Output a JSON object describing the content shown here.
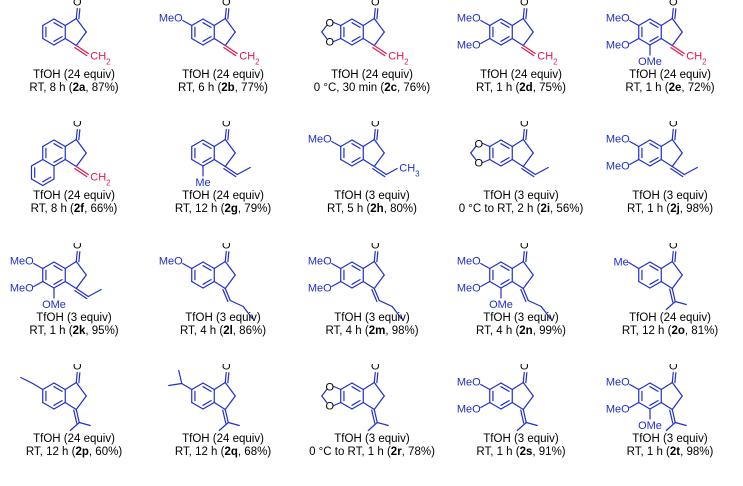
{
  "colors": {
    "skeleton": "#1f2fcf",
    "exo_bond": "#e8154d",
    "oxygen": "#000000",
    "text": "#000000"
  },
  "compounds": [
    {
      "id": "2a",
      "ring": "plain",
      "subs": [],
      "exo": "ch2",
      "reagent": "TfOH (24 equiv)",
      "cond_pre": "RT, 8 h (",
      "yield_post": ", 87%)"
    },
    {
      "id": "2b",
      "ring": "plain",
      "subs": [
        "MeO@5"
      ],
      "exo": "ch2",
      "reagent": "TfOH (24 equiv)",
      "cond_pre": "RT, 6 h (",
      "yield_post": ", 77%)"
    },
    {
      "id": "2c",
      "ring": "dioxole",
      "subs": [],
      "exo": "ch2",
      "reagent": "TfOH (24 equiv)",
      "cond_pre": "0 °C, 30 min (",
      "yield_post": ", 76%)"
    },
    {
      "id": "2d",
      "ring": "plain",
      "subs": [
        "MeO@5",
        "MeO@6"
      ],
      "exo": "ch2",
      "reagent": "TfOH (24 equiv)",
      "cond_pre": "RT, 1 h (",
      "yield_post": ", 75%)"
    },
    {
      "id": "2e",
      "ring": "plain",
      "subs": [
        "MeO@5",
        "MeO@6",
        "OMe@7"
      ],
      "exo": "ch2",
      "reagent": "TfOH (24 equiv)",
      "cond_pre": "RT, 1 h (",
      "yield_post": ", 72%)"
    },
    {
      "id": "2f",
      "ring": "naphtho",
      "subs": [],
      "exo": "ch2",
      "reagent": "TfOH (24 equiv)",
      "cond_pre": "RT, 8 h (",
      "yield_post": ", 66%)"
    },
    {
      "id": "2g",
      "ring": "plain",
      "subs": [
        "Me@7"
      ],
      "exo": "ethylidene",
      "reagent": "TfOH (24 equiv)",
      "cond_pre": "RT, 12 h (",
      "yield_post": ", 79%)"
    },
    {
      "id": "2h",
      "ring": "plain",
      "subs": [
        "MeO@5"
      ],
      "exo": "ethylidene_ch3",
      "reagent": "TfOH (3 equiv)",
      "cond_pre": "RT, 5 h (",
      "yield_post": ", 80%)"
    },
    {
      "id": "2i",
      "ring": "dioxole",
      "subs": [],
      "exo": "ethylidene",
      "reagent": "TfOH (3 equiv)",
      "cond_pre": "0 °C to RT, 2 h (",
      "yield_post": ", 56%)"
    },
    {
      "id": "2j",
      "ring": "plain",
      "subs": [
        "MeO@5",
        "MeO@6"
      ],
      "exo": "ethylidene",
      "reagent": "TfOH (3 equiv)",
      "cond_pre": "RT, 1 h (",
      "yield_post": ", 98%)"
    },
    {
      "id": "2k",
      "ring": "plain",
      "subs": [
        "MeO@5",
        "MeO@6",
        "OMe@7"
      ],
      "exo": "ethylidene",
      "reagent": "TfOH (3 equiv)",
      "cond_pre": "RT, 1 h (",
      "yield_post": ", 95%)"
    },
    {
      "id": "2l",
      "ring": "plain",
      "subs": [
        "MeO@5"
      ],
      "exo": "propylidene",
      "reagent": "TfOH (3 equiv)",
      "cond_pre": "RT, 4 h (",
      "yield_post": ", 86%)"
    },
    {
      "id": "2m",
      "ring": "plain",
      "subs": [
        "MeO@5",
        "MeO@6"
      ],
      "exo": "propylidene",
      "reagent": "TfOH (3 equiv)",
      "cond_pre": "RT, 4 h (",
      "yield_post": ", 98%)"
    },
    {
      "id": "2n",
      "ring": "plain",
      "subs": [
        "MeO@5",
        "MeO@6",
        "OMe@7"
      ],
      "exo": "propylidene",
      "reagent": "TfOH (3 equiv)",
      "cond_pre": "RT, 4 h (",
      "yield_post": ", 99%)"
    },
    {
      "id": "2o",
      "ring": "plain",
      "subs": [
        "Me@5"
      ],
      "exo": "isopropylidene",
      "reagent": "TfOH (24 equiv)",
      "cond_pre": "RT, 12 h (",
      "yield_post": ", 81%)"
    },
    {
      "id": "2p",
      "ring": "plain",
      "subs": [
        "Et@5"
      ],
      "exo": "isopropylidene",
      "reagent": "TfOH (24 equiv)",
      "cond_pre": "RT, 12 h (",
      "yield_post": ", 60%)"
    },
    {
      "id": "2q",
      "ring": "plain",
      "subs": [
        "iPr@5"
      ],
      "exo": "isopropylidene",
      "reagent": "TfOH (24 equiv)",
      "cond_pre": "RT, 12 h (",
      "yield_post": ", 68%)"
    },
    {
      "id": "2r",
      "ring": "dioxole",
      "subs": [],
      "exo": "isopropylidene",
      "reagent": "TfOH (3 equiv)",
      "cond_pre": "0 °C to RT, 1 h (",
      "yield_post": ", 78%)"
    },
    {
      "id": "2s",
      "ring": "plain",
      "subs": [
        "MeO@5",
        "MeO@6"
      ],
      "exo": "isopropylidene",
      "reagent": "TfOH (3 equiv)",
      "cond_pre": "RT, 1 h (",
      "yield_post": ", 91%)"
    },
    {
      "id": "2t",
      "ring": "plain",
      "subs": [
        "MeO@5",
        "MeO@6",
        "OMe@7"
      ],
      "exo": "isopropylidene",
      "reagent": "TfOH (3 equiv)",
      "cond_pre": "RT, 1 h (",
      "yield_post": ", 98%)"
    }
  ],
  "labels": {
    "carbonyl_o": "O",
    "ring_o": "O",
    "ch2": "CH2",
    "ch3": "CH3",
    "me": "Me",
    "meo": "MeO",
    "ome": "OMe"
  }
}
